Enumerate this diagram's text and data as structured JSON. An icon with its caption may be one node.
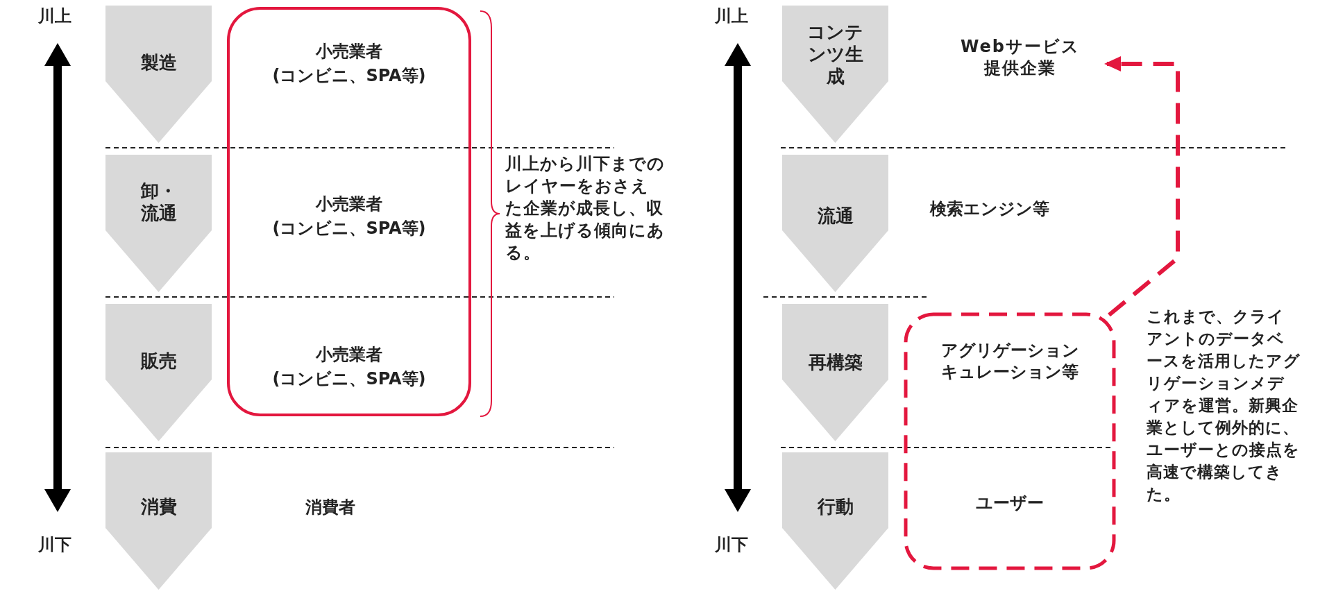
{
  "diagram": {
    "nodes": [
      {
        "text": [
          "製造"
        ]
      },
      {
        "text": [
          "卸・流通"
        ]
      },
      {
        "text": [
          "販売"
        ]
      },
      {
        "text": [
          "消費"
        ]
      },
      {
        "text": [
          "小売業者",
          "(コンビニ、SPA等)",
          "小売業者",
          "(コンビニ、SPA等)",
          "小売業者",
          "(コンビニ、SPA等)"
        ]
      },
      {
        "text": [
          "コンテンツ生成"
        ]
      },
      {
        "text": [
          "Webサービス提供企業"
        ]
      },
      {
        "text": [
          "流通"
        ]
      },
      {
        "text": [
          "再構築"
        ]
      },
      {
        "text": [
          "行動"
        ]
      },
      {
        "text": [
          "アグリゲーションキュレーション等",
          "ユーザー"
        ]
      }
    ],
    "edges": [
      {
        "from": 10,
        "to": 6,
        "arrow": "to",
        "style": "dashed",
        "color": "#e3173e"
      }
    ],
    "labels": [
      "川上",
      "川上",
      "川上から川下までのレイヤーをおさえた企業が成長し、収益を上げる傾向にある。",
      "検索エンジン等",
      "これまで、クライアントのデータベースを活用したアグリゲーションメディアを運営。新興企業として例外的に、**ユーザーとの接点を高速で構築**してきた。",
      "消費者",
      "川下",
      "川下"
    ]
  }
}
